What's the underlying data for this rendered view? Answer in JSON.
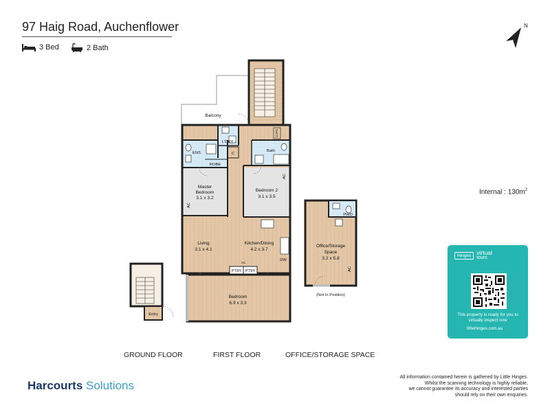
{
  "header": {
    "address": "97 Haig Road, Auchenflower",
    "bed_label": "3 Bed",
    "bath_label": "2 Bath"
  },
  "compass": {
    "north_label": "N"
  },
  "internal_area": {
    "label": "Internal  :",
    "value": "130m",
    "unit_sup": "2"
  },
  "rooms": {
    "balcony": "Balcony",
    "laundry": "L'DRY",
    "ensuite": "ENS",
    "robe": "ROBE",
    "linen": "C",
    "bath": "Bath",
    "cupd": "CUPD",
    "master_name": "Master",
    "master_name2": "Bedroom",
    "master_dim": "3.1 x 3.2",
    "bed2_name": "Bedroom 2",
    "bed2_dim": "3.1 x 3.5",
    "ac": "AC",
    "living_name": "Living",
    "living_dim": "3.1 x 4.1",
    "kitchen_name": "Kitchen/Dining",
    "kitchen_dim": "4.2 x 3.7",
    "dw": "DW",
    "pantry_1": "P'TRY",
    "pantry_2": "P'TRY",
    "bedroom_gf_name": "Bedroom",
    "bedroom_gf_dim": "6.9 x 3.3",
    "entry": "Entry",
    "office_name": "Office/Storage",
    "office_name2": "Space",
    "office_dim": "3.2 x 5.8",
    "pwd": "PWD",
    "not_in_position": "(Not In Position)"
  },
  "floor_labels": {
    "ground": "GROUND FLOOR",
    "first": "FIRST FLOOR",
    "office": "OFFICE/STORAGE SPACE"
  },
  "virtual_tour": {
    "logo_box": "Hinges",
    "logo_big": "virtual",
    "logo_small": "tours",
    "message": "This property is ready for you to virtually inspect now",
    "site": "littlehinges.com.au"
  },
  "footer": {
    "brand_bold": "Harcourts",
    "brand_light": "Solutions",
    "disclaimer_1": "All information contained herein is gathered by Little Hinges.",
    "disclaimer_2": "Whilst the scanning technology is highly reliable,",
    "disclaimer_3": "we cannot guarantee its accuracy and interested parties",
    "disclaimer_4": "should rely on their own enquiries."
  },
  "colors": {
    "wet_area": "#d6ebf6",
    "carpet": "#e4e4e4",
    "timber": "#e2c6a6",
    "walls": "#222222",
    "card": "#25b6b1",
    "brand_navy": "#1b3a6b",
    "brand_blue": "#3aa0c8"
  },
  "icons": [
    "bed-icon",
    "bath-icon",
    "compass-arrow-icon",
    "qr-code-icon"
  ]
}
